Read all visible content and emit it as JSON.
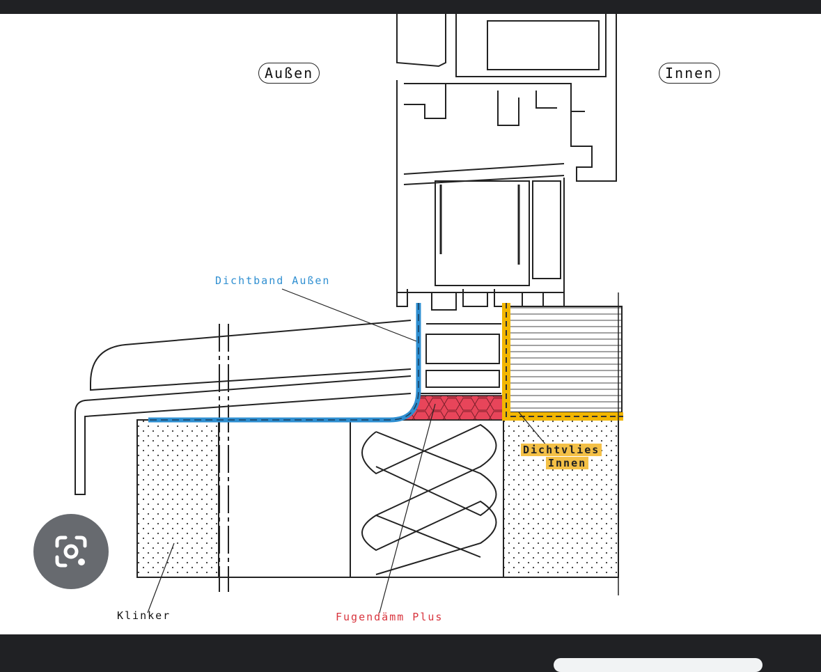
{
  "labels": {
    "outside": "Außen",
    "inside": "Innen",
    "sealing_tape_outside": "Dichtband Außen",
    "sealing_fleece_inside_line1": "Dichtvlies",
    "sealing_fleece_inside_line2": "Innen",
    "brick": "Klinker",
    "joint_insulation": "Fugendämm Plus"
  },
  "colors": {
    "background": "#202124",
    "drawing_bg": "#ffffff",
    "line": "#222222",
    "tape_outside": "#2f8fd1",
    "fleece_inside": "#f2b600",
    "insulation_fill": "#e8455a",
    "label_blue": "#2f8fd1",
    "label_red": "#d8343d"
  },
  "lens_button": {
    "icon": "google-lens-icon"
  }
}
